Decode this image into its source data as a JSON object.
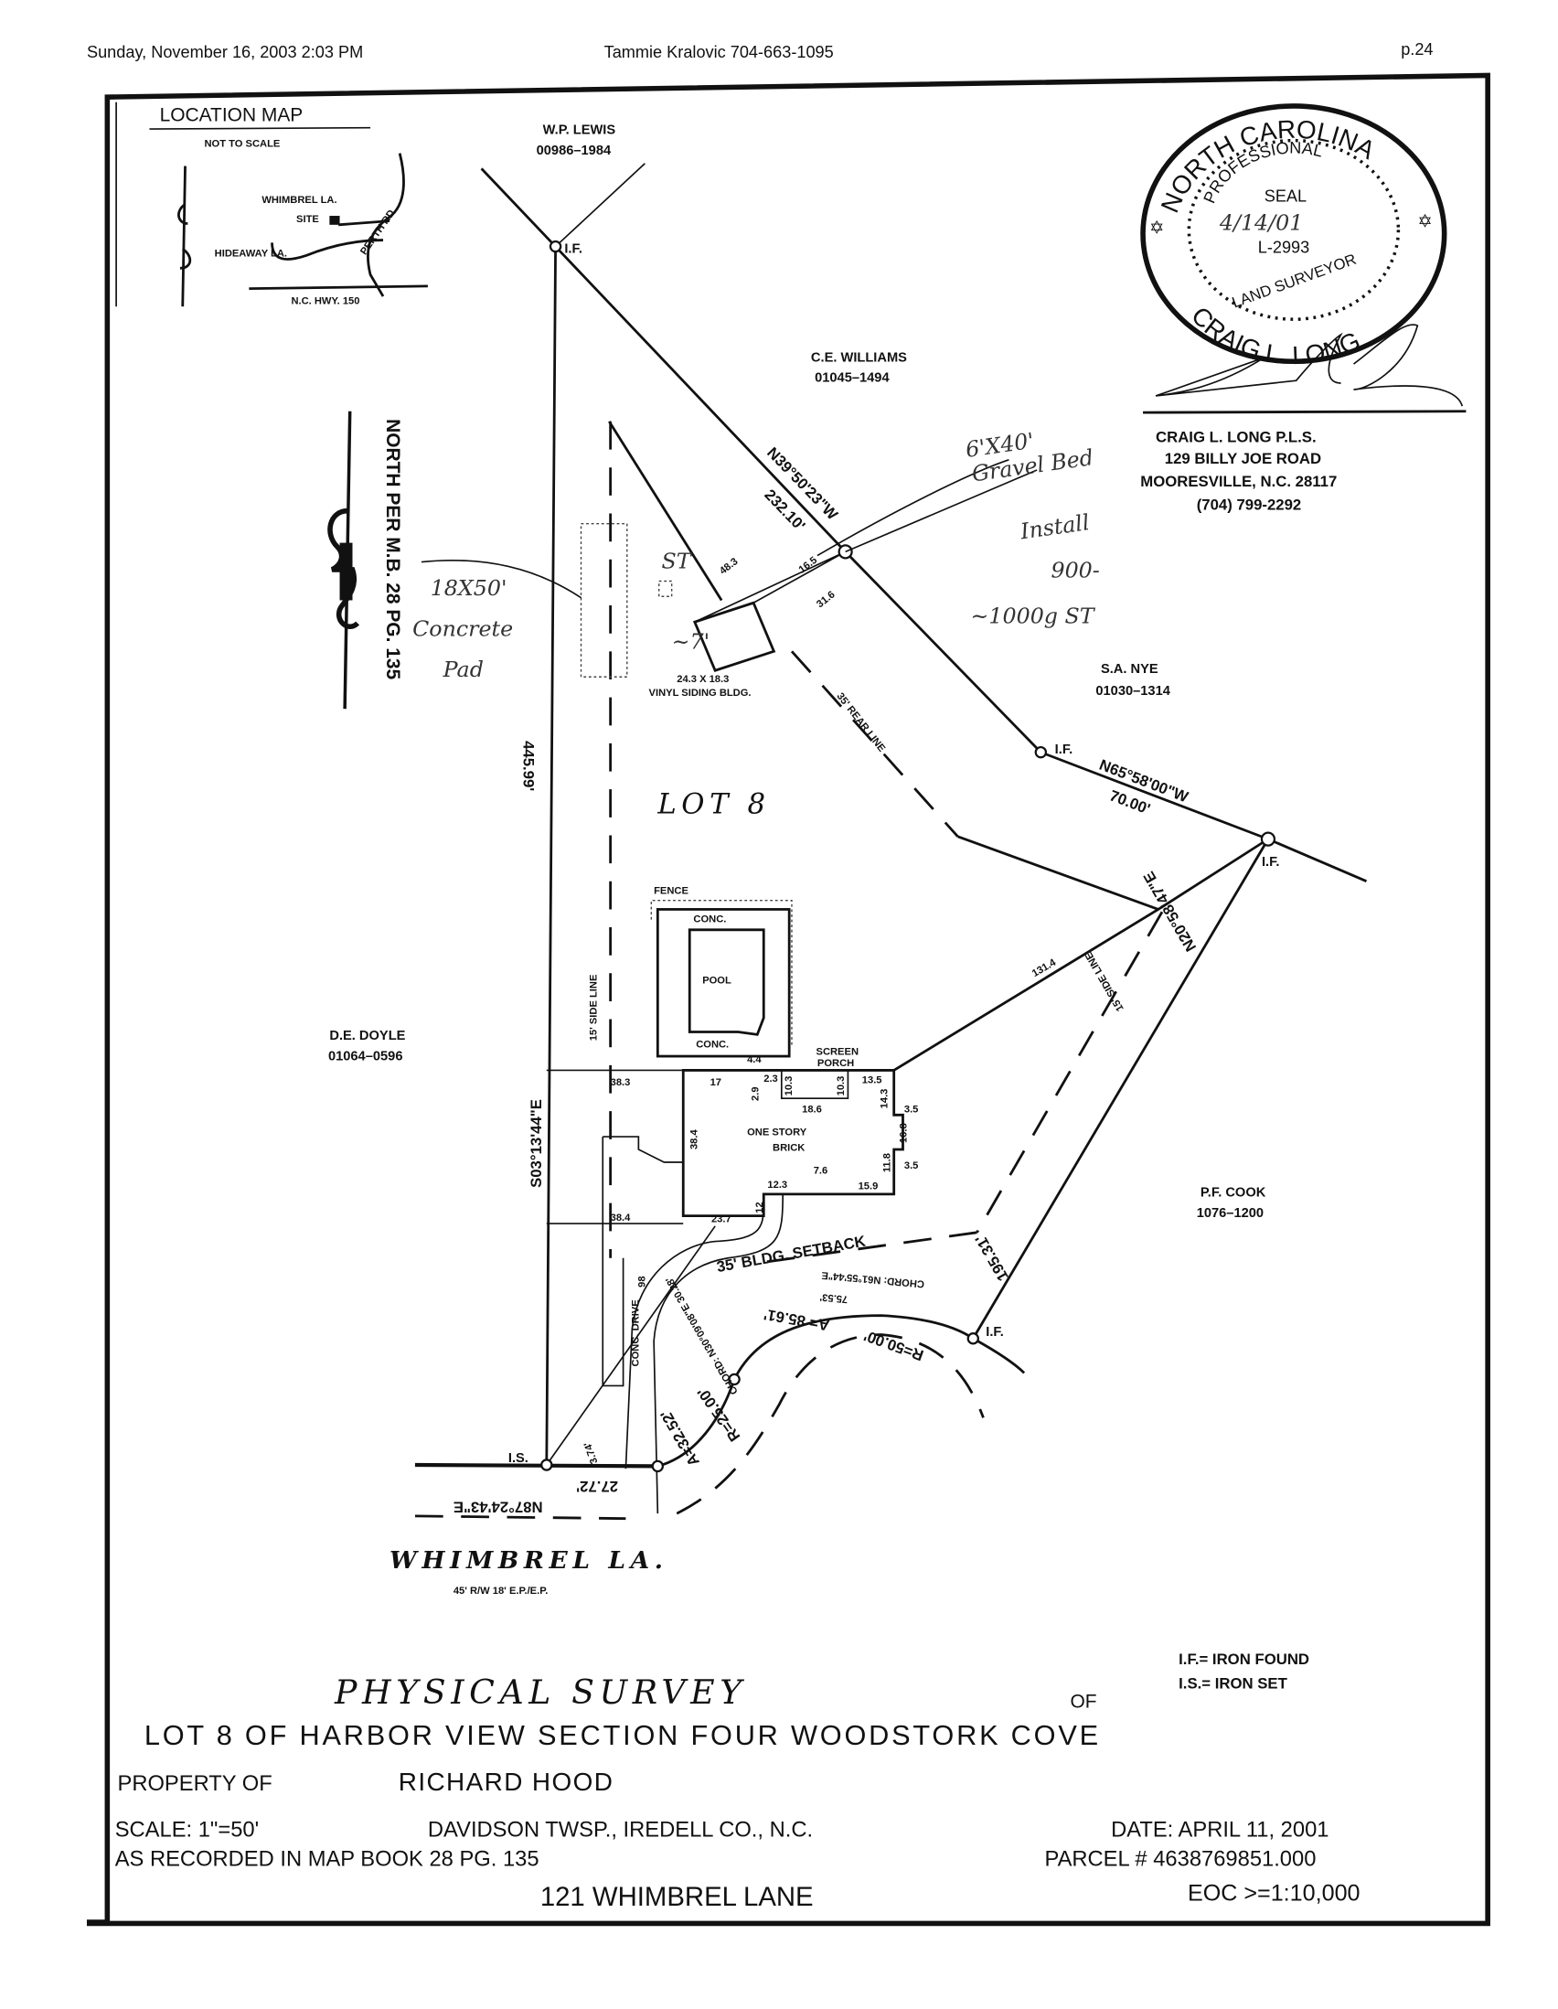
{
  "header": {
    "datetime": "Sunday, November 16, 2003 2:03 PM",
    "sender": "Tammie Kralovic  704-663-1095",
    "page": "p.24"
  },
  "location_map": {
    "title": "LOCATION MAP",
    "subtitle": "NOT TO SCALE",
    "labels": [
      "WHIMBREL LA.",
      "SITE",
      "HIDEAWAY LA.",
      "PERTH RD.",
      "N.C. HWY. 150"
    ]
  },
  "north_note": "NORTH PER M.B. 28 PG. 135",
  "adjoiners": [
    {
      "name": "W.P. LEWIS",
      "ref": "00986–1984"
    },
    {
      "name": "C.E. WILLIAMS",
      "ref": "01045–1494"
    },
    {
      "name": "S.A. NYE",
      "ref": "01030–1314"
    },
    {
      "name": "D.E. DOYLE",
      "ref": "01064–0596"
    },
    {
      "name": "P.F. COOK",
      "ref": "1076–1200"
    }
  ],
  "seal": {
    "outer_top": "NORTH CAROLINA",
    "outer_bottom": "CRAIG L. LONG",
    "inner_top": "PROFESSIONAL",
    "center": "SEAL",
    "date": "4/14/01",
    "license": "L-2993",
    "inner_bottom": "LAND SURVEYOR"
  },
  "surveyor": {
    "name": "CRAIG L. LONG   P.L.S.",
    "street": "129 BILLY JOE ROAD",
    "city": "MOORESVILLE, N.C. 28117",
    "phone": "(704) 799-2292"
  },
  "handwritten": {
    "gravel_1": "6'X40'",
    "gravel_2": "Gravel Bed",
    "install_1": "Install",
    "install_2": "900-",
    "install_3": "~1000g ST",
    "pad_1": "18X50'",
    "pad_2": "Concrete",
    "pad_3": "Pad",
    "st": "ST",
    "seven": "~7'"
  },
  "lot_label": "LOT 8",
  "bearings": {
    "north_line": "N39°50'23\"W",
    "north_dist": "232.10'",
    "ne_line": "N65°58'00\"W",
    "ne_dist": "70.00'",
    "east_line": "N20°58'47\"E",
    "east_dist": "195.31'",
    "west_dist": "445.99'",
    "west_line": "S03°13'44\"E",
    "road_line": "N87°24'43\"E",
    "road_dist": "27.72'",
    "road_small": "3.74'",
    "curve1_chord": "CHORD: N30°09'08\"E 30.28'",
    "curve1_arc": "A=32.52'",
    "curve1_radius": "R=25.00'",
    "curve2_chord": "CHORD: N61°55'44\"E",
    "curve2_chord_dist": "75.53'",
    "curve2_arc": "A= 85.61'",
    "curve2_radius": "R=50.00'"
  },
  "lines": {
    "rear": "35' REAR LINE",
    "side_west": "15' SIDE LINE",
    "side_east": "15' SIDE LINE",
    "setback": "35' BLDG.  SETBACK",
    "tie": "131.4"
  },
  "markers": {
    "iron_found": "I.F.",
    "iron_set": "I.S."
  },
  "structures": {
    "fence": "FENCE",
    "conc_top": "CONC.",
    "pool": "POOL",
    "conc_bottom": "CONC.",
    "screen_porch_1": "SCREEN",
    "screen_porch_2": "PORCH",
    "house_1": "ONE STORY",
    "house_2": "BRICK",
    "shed_size": "24.3 X 18.3",
    "shed_desc": "VINYL SIDING BLDG.",
    "drive": "CONC. DRIVE",
    "shed_d1": "48.3",
    "shed_d2": "16.5",
    "shed_d3": "31.6"
  },
  "house_dims": [
    "38.3",
    "17",
    "4.4",
    "2.3",
    "2.9",
    "10.3",
    "10.3",
    "18.6",
    "13.5",
    "14.3",
    "3.5",
    "16.8",
    "3.5",
    "11.8",
    "7.6",
    "12.3",
    "15.9",
    "12",
    "38.4",
    "23.7",
    "98",
    "38.4"
  ],
  "road": {
    "name": "WHIMBREL LA.",
    "spec": "45' R/W  18' E.P./E.P."
  },
  "legend": {
    "if": "I.F.= IRON FOUND",
    "is": "I.S.= IRON SET"
  },
  "title_block": {
    "title": "PHYSICAL SURVEY",
    "of": "OF",
    "subtitle": "LOT 8 OF HARBOR VIEW SECTION FOUR WOODSTORK COVE",
    "property_label": "PROPERTY OF",
    "owner": "RICHARD HOOD",
    "scale": "SCALE: 1\"=50'",
    "township": "DAVIDSON TWSP., IREDELL CO., N.C.",
    "date": "DATE:  APRIL 11, 2001",
    "recorded": "AS RECORDED IN MAP BOOK 28   PG. 135",
    "parcel": "PARCEL # 4638769851.000",
    "address": "121 WHIMBREL LANE",
    "eoc": "EOC >=1:10,000"
  }
}
